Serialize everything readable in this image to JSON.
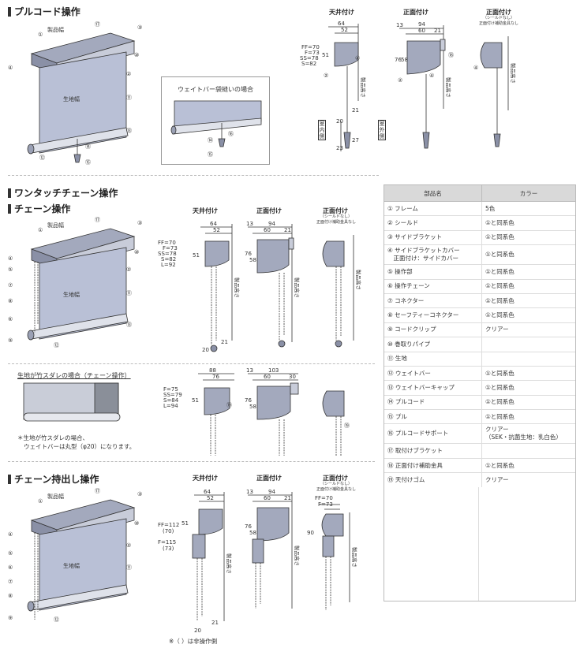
{
  "sections": {
    "pull_cord": "プルコード操作",
    "one_touch_chain": "ワンタッチチェーン操作",
    "chain": "チェーン操作",
    "chain_extended": "チェーン持出し操作"
  },
  "views": {
    "ceiling": "天井付け",
    "front": "正面付け",
    "front_sub": [
      "シールドなし",
      "正面付け補助金具なし"
    ]
  },
  "overview_labels": {
    "product_width": "製品幅",
    "fabric_width": "生地幅",
    "product_height": "製品高さ"
  },
  "pull_cord": {
    "weight_bar_sewn_title": "ウェイトバー袋縫いの場合",
    "ceiling_dims": [
      "64",
      "52",
      "51",
      "FF=70",
      "F=73",
      "SS=78",
      "S=82",
      "20",
      "21",
      "23",
      "27"
    ],
    "front_dims": [
      "13",
      "94",
      "60",
      "21",
      "76",
      "58"
    ],
    "indoor": "室内側",
    "outdoor": "室外側"
  },
  "chain": {
    "ceiling_dims": [
      "64",
      "52",
      "51",
      "FF=70",
      "F=73",
      "SS=78",
      "S=82",
      "L=92",
      "20",
      "21"
    ],
    "front_dims": [
      "13",
      "94",
      "60",
      "21",
      "76",
      "58"
    ],
    "bamboo_title": "生地が竹スダレの場合（チェーン操作）",
    "bamboo_note_1": "＊生地が竹スダレの場合、",
    "bamboo_note_2": "ウェイトバーは丸型（φ20）になります。",
    "bamboo_ceiling_dims": [
      "88",
      "76",
      "51",
      "F=75",
      "SS=79",
      "S=84",
      "L=94"
    ],
    "bamboo_front_dims": [
      "13",
      "103",
      "60",
      "30",
      "76",
      "58"
    ]
  },
  "chain_extended": {
    "ceiling_dims": [
      "64",
      "52",
      "51",
      "FF=112",
      "(70)",
      "F=115",
      "(73)",
      "20",
      "21"
    ],
    "front_dims": [
      "13",
      "94",
      "60",
      "21",
      "76",
      "58"
    ],
    "front_noshield_dims": [
      "FF=70",
      "F=73",
      "90"
    ],
    "footnote": "※（ ）は非操作側"
  },
  "parts_table": {
    "header_name": "部品名",
    "header_color": "カラー",
    "rows": [
      {
        "name": "① フレーム",
        "color": "5色"
      },
      {
        "name": "② シールド",
        "color": "①と同系色"
      },
      {
        "name": "③ サイドブラケット",
        "color": "①と同系色"
      },
      {
        "name": "④ サイドブラケットカバー\n　正面付け：サイドカバー",
        "color": "①と同系色",
        "tall": true
      },
      {
        "name": "⑤ 操作部",
        "color": "①と同系色"
      },
      {
        "name": "⑥ 操作チェーン",
        "color": "①と同系色"
      },
      {
        "name": "⑦ コネクター",
        "color": "①と同系色"
      },
      {
        "name": "⑧ セーフティーコネクター",
        "color": "①と同系色"
      },
      {
        "name": "⑨ コードクリップ",
        "color": "クリアー"
      },
      {
        "name": "⑩ 巻取りパイプ",
        "color": ""
      },
      {
        "name": "⑪ 生地",
        "color": ""
      },
      {
        "name": "⑫ ウェイトバー",
        "color": "①と同系色"
      },
      {
        "name": "⑬ ウェイトバーキャップ",
        "color": "①と同系色"
      },
      {
        "name": "⑭ プルコード",
        "color": "①と同系色"
      },
      {
        "name": "⑮ プル",
        "color": "①と同系色"
      },
      {
        "name": "⑯ プルコードサポート",
        "color": "クリアー\n（SEK・抗菌生地：乳白色）",
        "tall": true
      },
      {
        "name": "⑰ 取付けブラケット",
        "color": ""
      },
      {
        "name": "⑱ 正面付け補助金具",
        "color": "①と同系色"
      },
      {
        "name": "⑲ 天付けゴム",
        "color": "クリアー"
      }
    ]
  },
  "colors": {
    "fabric": "#b9c0d6",
    "frame": "#8a90a6",
    "mechanism": "#a3a9bd",
    "line": "#333333"
  }
}
